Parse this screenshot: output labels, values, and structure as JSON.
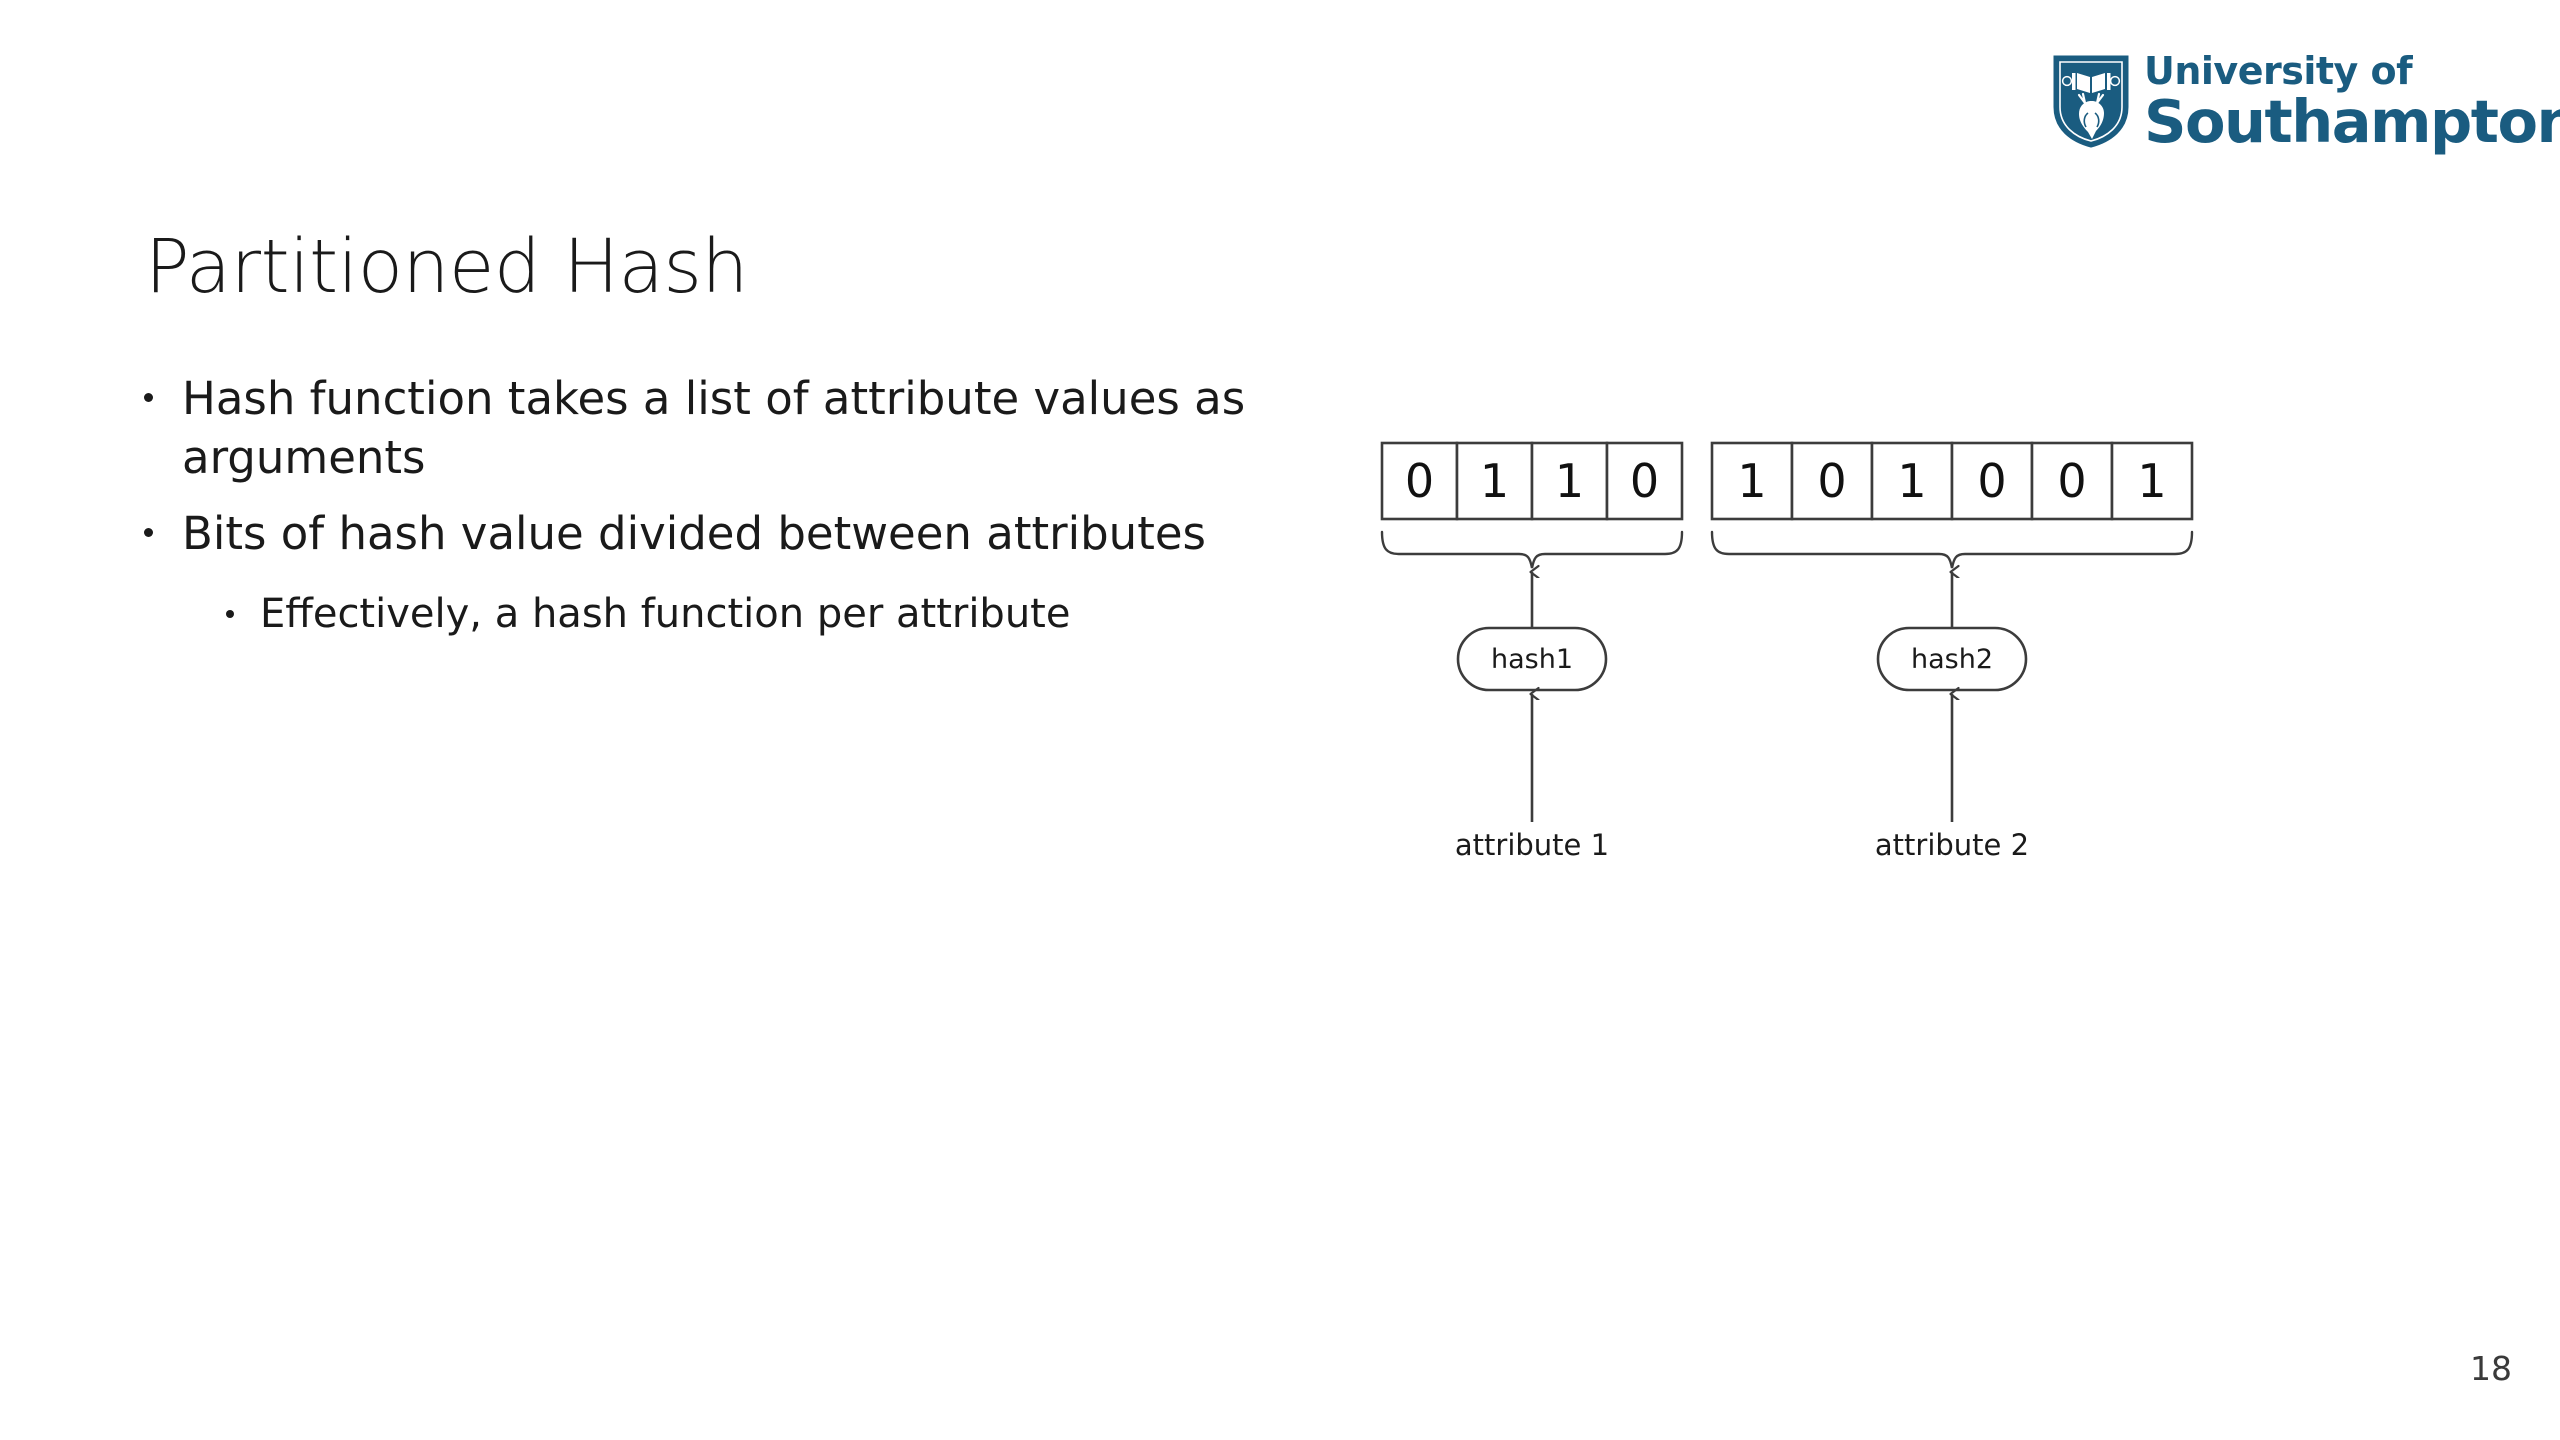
{
  "brand": {
    "name_line1": "University of",
    "name_line2": "Southampton",
    "color": "#1a5c80",
    "shield_icon": "shield-book-stag-icon"
  },
  "slide": {
    "title": "Partitioned Hash",
    "page_number": "18"
  },
  "bullets": [
    {
      "level": 1,
      "text": "Hash function takes a list of attribute values as arguments"
    },
    {
      "level": 1,
      "text": "Bits of hash value divided between attributes"
    },
    {
      "level": 2,
      "text": "Effectively, a hash function per attribute"
    }
  ],
  "diagram": {
    "groups": [
      {
        "bits": [
          "0",
          "1",
          "1",
          "0"
        ],
        "hash_label": "hash1",
        "attribute_label": "attribute 1"
      },
      {
        "bits": [
          "1",
          "0",
          "1",
          "0",
          "0",
          "1"
        ],
        "hash_label": "hash2",
        "attribute_label": "attribute 2"
      }
    ],
    "stroke_color": "#3c3c3c"
  }
}
